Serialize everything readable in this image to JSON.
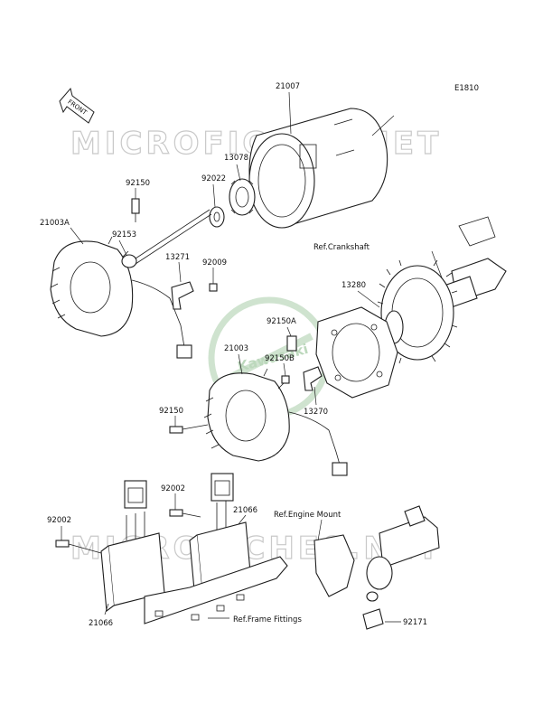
{
  "diagram_code": "E1810",
  "front_arrow_label": "FRONT",
  "watermark_text": "MICROFICHES.NET",
  "center_logo_text": "Kawasaki",
  "labels": {
    "p21007": "21007",
    "p13078": "13078",
    "p92022": "92022",
    "p92150_top": "92150",
    "p21003A": "21003A",
    "p92153": "92153",
    "p13271": "13271",
    "p92009": "92009",
    "ref_crankshaft": "Ref.Crankshaft",
    "p13280": "13280",
    "p92150A": "92150A",
    "p21003": "21003",
    "p92150B": "92150B",
    "p92150_mid": "92150",
    "p13270": "13270",
    "p92002_top": "92002",
    "p21066_top": "21066",
    "ref_engine_mount": "Ref.Engine Mount",
    "p92002_left": "92002",
    "p21066_bottom": "21066",
    "ref_frame_fittings": "Ref.Frame Fittings",
    "p92171": "92171"
  },
  "colors": {
    "watermark": "#c9c9c9",
    "logo": "#cfe3cf",
    "linework": "#1d1d1d"
  }
}
